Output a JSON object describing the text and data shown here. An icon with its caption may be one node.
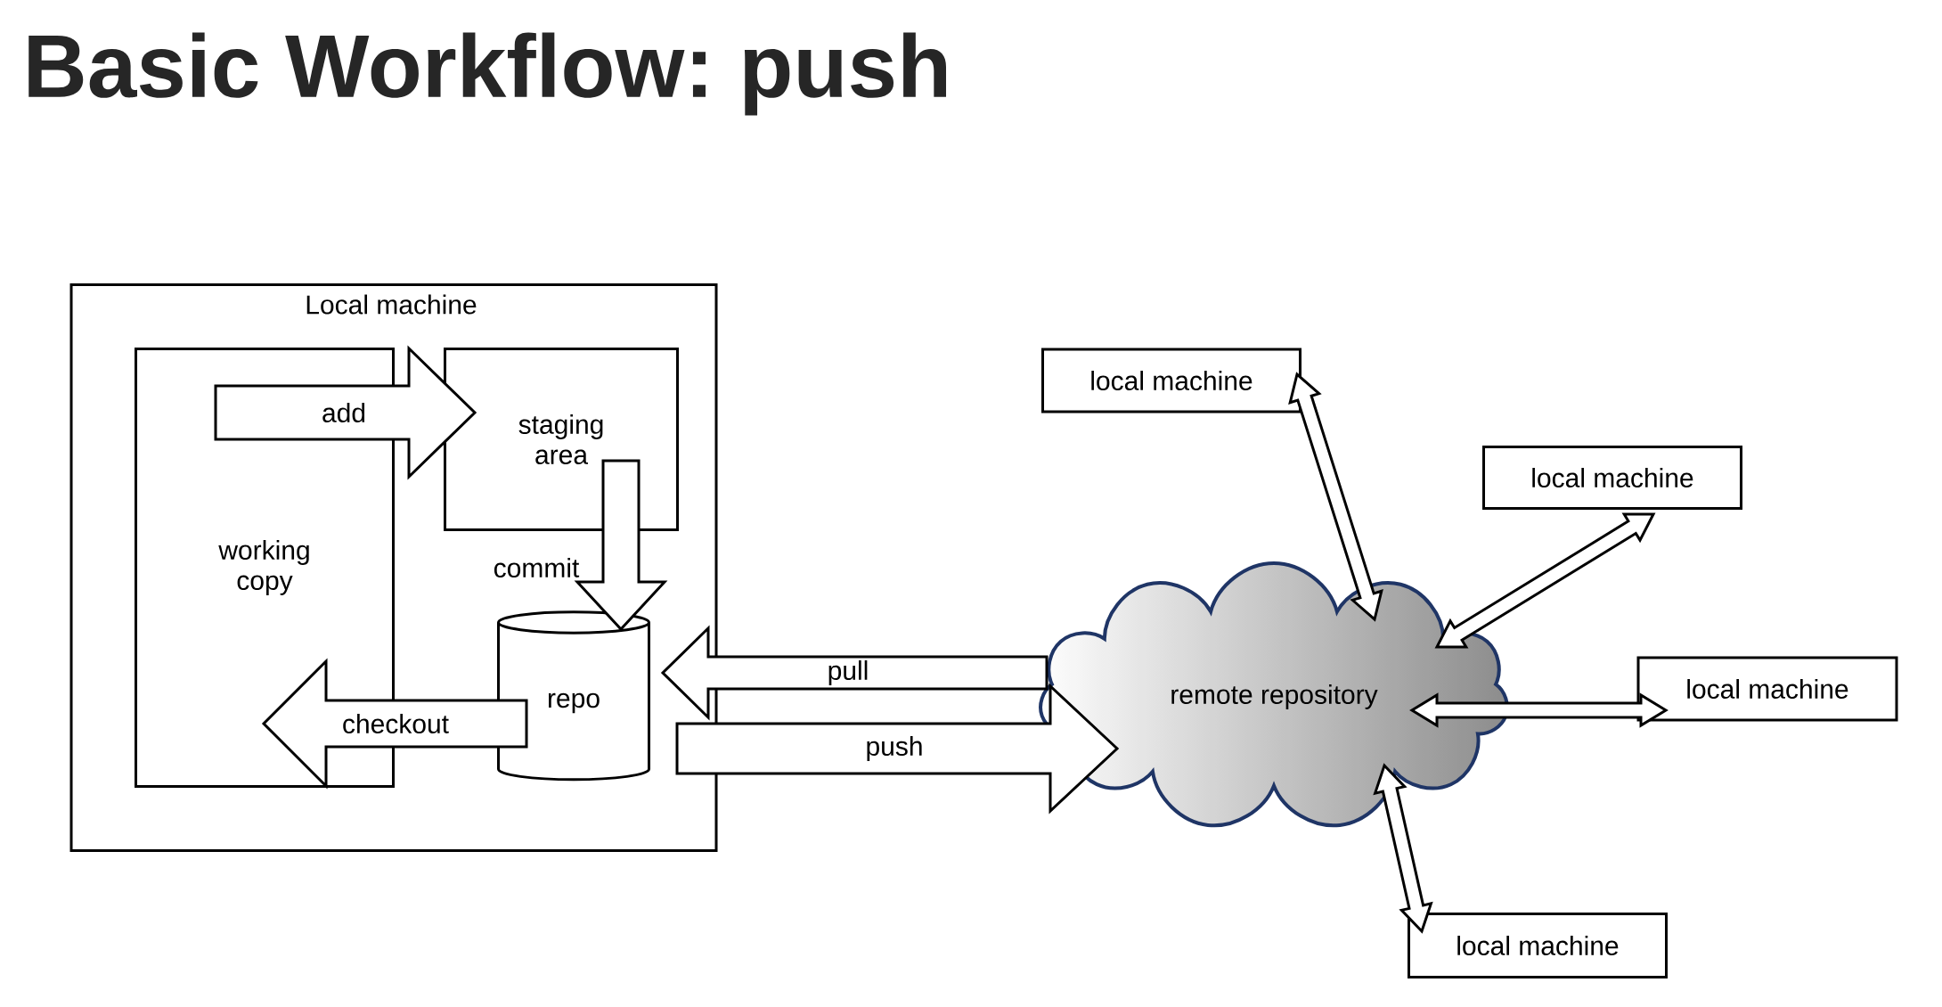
{
  "diagram": {
    "title": "Basic Workflow: push",
    "nodes": [
      {
        "text": [
          "Local machine"
        ]
      },
      {
        "text": [
          "working copy"
        ],
        "in": 0
      },
      {
        "text": [
          "staging area"
        ],
        "in": 0
      },
      {
        "text": [
          "repo"
        ],
        "in": 0
      },
      {
        "text": [
          "remote repository"
        ]
      },
      {
        "text": [
          "local machine"
        ]
      },
      {
        "text": [
          "local machine"
        ]
      },
      {
        "text": [
          "local machine"
        ]
      },
      {
        "text": [
          "local machine"
        ]
      }
    ],
    "edges": [
      {
        "from": 1,
        "to": 2,
        "arrow": "to",
        "label": "add"
      },
      {
        "from": 2,
        "to": 3,
        "arrow": "to",
        "label": "commit"
      },
      {
        "from": 3,
        "to": 1,
        "arrow": "to",
        "label": "checkout"
      },
      {
        "from": 4,
        "to": 3,
        "arrow": "to",
        "label": "pull"
      },
      {
        "from": 3,
        "to": 4,
        "arrow": "to",
        "label": "push"
      },
      {
        "from": 5,
        "to": 4,
        "arrow": "both"
      },
      {
        "from": 6,
        "to": 4,
        "arrow": "both"
      },
      {
        "from": 7,
        "to": 4,
        "arrow": "both"
      },
      {
        "from": 8,
        "to": 4,
        "arrow": "both"
      }
    ]
  }
}
